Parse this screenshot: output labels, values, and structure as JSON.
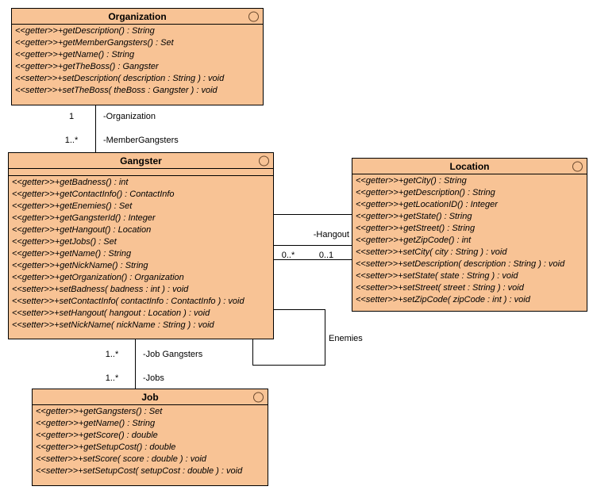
{
  "diagram": {
    "kind": "uml-class-diagram",
    "colors": {
      "class_fill": "#f8c395",
      "border": "#000000",
      "background": "#ffffff",
      "marker_stroke": "#6b4a2e"
    }
  },
  "classes": {
    "organization": {
      "name": "Organization",
      "marker": "class-circle-icon",
      "members": [
        "<<getter>>+getDescription() : String",
        "<<getter>>+getMemberGangsters() : Set",
        "<<getter>>+getName() : String",
        "<<getter>>+getTheBoss() : Gangster",
        "<<setter>>+setDescription( description : String ) : void",
        "<<setter>>+setTheBoss( theBoss : Gangster ) : void"
      ]
    },
    "gangster": {
      "name": "Gangster",
      "marker": "class-circle-icon",
      "members": [
        "<<getter>>+getBadness() : int",
        "<<getter>>+getContactInfo() : ContactInfo",
        "<<getter>>+getEnemies() : Set",
        "<<getter>>+getGangsterId() : Integer",
        "<<getter>>+getHangout() : Location",
        "<<getter>>+getJobs() : Set",
        "<<getter>>+getName() : String",
        "<<getter>>+getNickName() : String",
        "<<getter>>+getOrganization() : Organization",
        "<<setter>>+setBadness( badness : int ) : void",
        "<<setter>>+setContactInfo( contactInfo : ContactInfo ) : void",
        "<<setter>>+setHangout( hangout : Location ) : void",
        "<<setter>>+setNickName( nickName : String ) : void"
      ]
    },
    "location": {
      "name": "Location",
      "marker": "class-circle-icon",
      "members": [
        "<<getter>>+getCity() : String",
        "<<getter>>+getDescription() : String",
        "<<getter>>+getLocationID() : Integer",
        "<<getter>>+getState() : String",
        "<<getter>>+getStreet() : String",
        "<<getter>>+getZipCode() : int",
        "<<setter>>+setCity( city : String ) : void",
        "<<setter>>+setDescription( description : String ) : void",
        "<<setter>>+setState( state : String ) : void",
        "<<setter>>+setStreet( street : String ) : void",
        "<<setter>>+setZipCode( zipCode : int ) : void"
      ]
    },
    "job": {
      "name": "Job",
      "marker": "class-circle-icon",
      "members": [
        "<<getter>>+getGangsters() : Set",
        "<<getter>>+getName() : String",
        "<<getter>>+getScore() : double",
        "<<getter>>+getSetupCost() : double",
        "<<setter>>+setScore( score : double ) : void",
        "<<setter>>+setSetupCost( setupCost : double ) : void"
      ]
    }
  },
  "associations": {
    "org_gangster": {
      "source_multiplicity": "1",
      "source_role": "-Organization",
      "target_multiplicity": "1..*",
      "target_role": "-MemberGangsters"
    },
    "gangster_location": {
      "role": "-Hangout",
      "source_multiplicity": "0..*",
      "target_multiplicity": "0..1"
    },
    "gangster_enemies": {
      "role": "Enemies"
    },
    "gangster_job": {
      "source_multiplicity": "1..*",
      "source_role": "-Job Gangsters",
      "target_multiplicity": "1..*",
      "target_role": "-Jobs"
    }
  }
}
